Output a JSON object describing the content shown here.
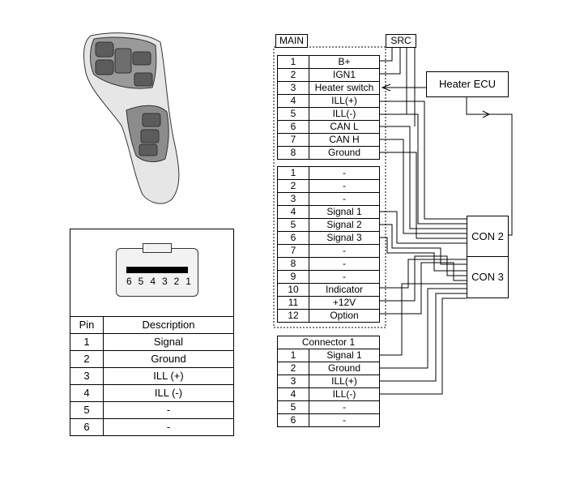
{
  "connector_view": {
    "pin_numbers": [
      "6",
      "5",
      "4",
      "3",
      "2",
      "1"
    ]
  },
  "pin_table": {
    "headers": [
      "Pin",
      "Description"
    ],
    "rows": [
      [
        "1",
        "Signal"
      ],
      [
        "2",
        "Ground"
      ],
      [
        "3",
        "ILL (+)"
      ],
      [
        "4",
        "ILL (-)"
      ],
      [
        "5",
        "-"
      ],
      [
        "6",
        "-"
      ]
    ]
  },
  "main_label": "MAIN",
  "src_label": "SRC",
  "heater_ecu_label": "Heater ECU",
  "con2_label": "CON 2",
  "con3_label": "CON 3",
  "main_connector_a": [
    [
      "1",
      "B+"
    ],
    [
      "2",
      "IGN1"
    ],
    [
      "3",
      "Heater switch"
    ],
    [
      "4",
      "ILL(+)"
    ],
    [
      "5",
      "ILL(-)"
    ],
    [
      "6",
      "CAN L"
    ],
    [
      "7",
      "CAN H"
    ],
    [
      "8",
      "Ground"
    ]
  ],
  "main_connector_b": [
    [
      "1",
      "-"
    ],
    [
      "2",
      "-"
    ],
    [
      "3",
      "-"
    ],
    [
      "4",
      "Signal 1"
    ],
    [
      "5",
      "Signal 2"
    ],
    [
      "6",
      "Signal 3"
    ],
    [
      "7",
      "-"
    ],
    [
      "8",
      "-"
    ],
    [
      "9",
      "-"
    ],
    [
      "10",
      "Indicator"
    ],
    [
      "11",
      "+12V"
    ],
    [
      "12",
      "Option"
    ]
  ],
  "connector1": {
    "title": "Connector 1",
    "rows": [
      [
        "1",
        "Signal 1"
      ],
      [
        "2",
        "Ground"
      ],
      [
        "3",
        "ILL(+)"
      ],
      [
        "4",
        "ILL(-)"
      ],
      [
        "5",
        "-"
      ],
      [
        "6",
        "-"
      ]
    ]
  }
}
